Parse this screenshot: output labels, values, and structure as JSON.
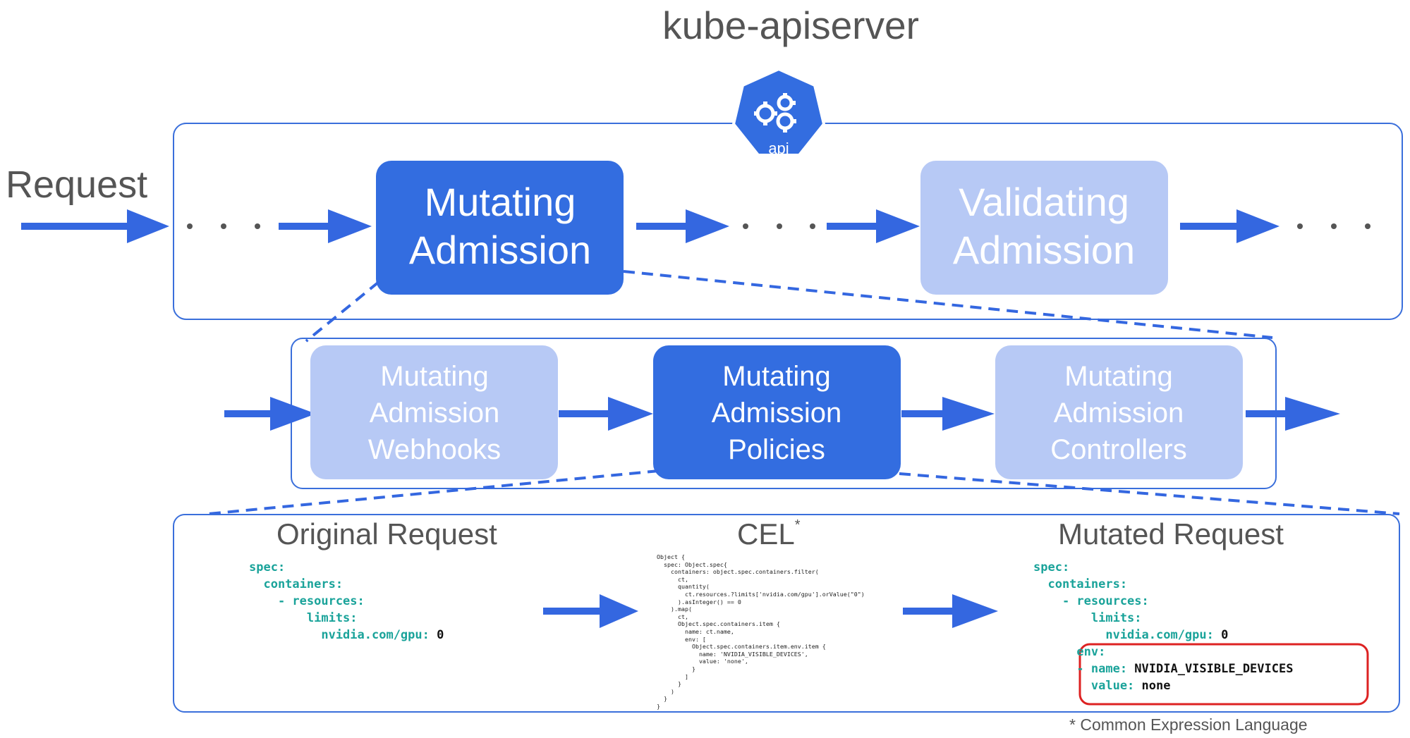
{
  "title": "kube-apiserver",
  "api_logo": {
    "icon": "kubernetes-api-logo",
    "label": "api"
  },
  "request_label": "Request",
  "ellipsis": "• • •",
  "top_row": {
    "mutating": [
      "Mutating",
      "Admission"
    ],
    "validating": [
      "Validating",
      "Admission"
    ]
  },
  "middle_row": {
    "webhooks": [
      "Mutating",
      "Admission",
      "Webhooks"
    ],
    "policies": [
      "Mutating",
      "Admission",
      "Policies"
    ],
    "controllers": [
      "Mutating",
      "Admission",
      "Controllers"
    ]
  },
  "bottom": {
    "original_title": "Original Request",
    "cel_title": "CEL",
    "cel_star": "*",
    "mutated_title": "Mutated Request",
    "footnote": "* Common Expression Language",
    "original_yaml": [
      {
        "key": "spec:"
      },
      {
        "key": "  containers:"
      },
      {
        "key": "    - resources:"
      },
      {
        "key": "        limits:"
      },
      {
        "key": "          nvidia.com/gpu:",
        "value": " 0"
      }
    ],
    "mutated_yaml": [
      {
        "key": "spec:"
      },
      {
        "key": "  containers:"
      },
      {
        "key": "    - resources:"
      },
      {
        "key": "        limits:"
      },
      {
        "key": "          nvidia.com/gpu:",
        "value": " 0"
      },
      {
        "key": "      env:"
      },
      {
        "key": "      - name:",
        "value": " NVIDIA_VISIBLE_DEVICES"
      },
      {
        "key": "        value:",
        "value": " none"
      }
    ],
    "cel_code": "Object {\n  spec: Object.spec{\n    containers: object.spec.containers.filter(\n      ct,\n      quantity(\n        ct.resources.?limits['nvidia.com/gpu'].orValue(\"0\")\n      ).asInteger() == 0\n    ).map(\n      ct,\n      Object.spec.containers.item {\n        name: ct.name,\n        env: [\n          Object.spec.containers.item.env.item {\n            name: 'NVIDIA_VISIBLE_DEVICES',\n            value: 'none',\n          }\n        ]\n      }\n    )\n  }\n}"
  },
  "colors": {
    "primary": "#336de0",
    "light": "#b7c9f5",
    "outline": "#3a6fdb",
    "arrow": "#3467e0",
    "teal": "#1aa39a",
    "highlight_border": "#dd2222",
    "title_gray": "#555555"
  }
}
